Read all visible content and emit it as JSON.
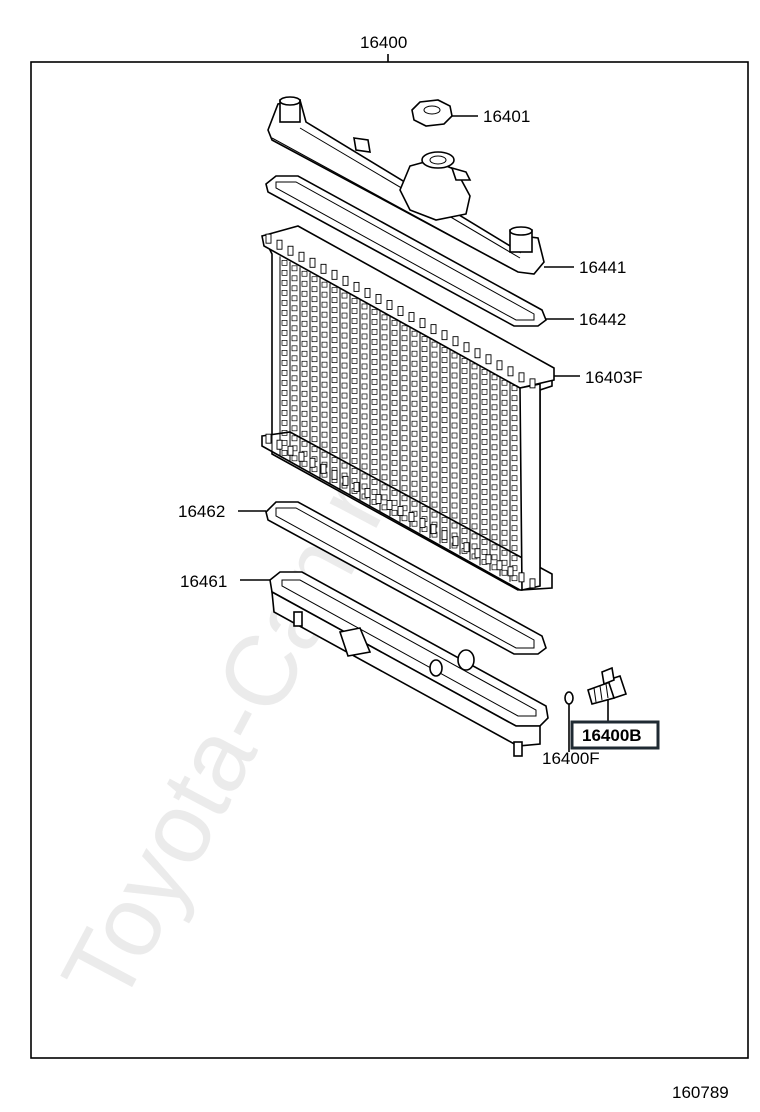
{
  "watermark": "Toyota-Camry.ru",
  "callouts": {
    "assembly": "16400",
    "cap": "16401",
    "upper_tank": "16441",
    "upper_gasket": "16442",
    "core": "16403F",
    "lower_gasket": "16462",
    "lower_tank": "16461",
    "drain_cock": "16400B",
    "drain_oring": "16400F"
  },
  "highlighted_part": "16400B",
  "figure_number": "160789",
  "colors": {
    "line": "#000000",
    "highlight_box": "#1f2a33",
    "watermark": "#c8c8c8"
  }
}
